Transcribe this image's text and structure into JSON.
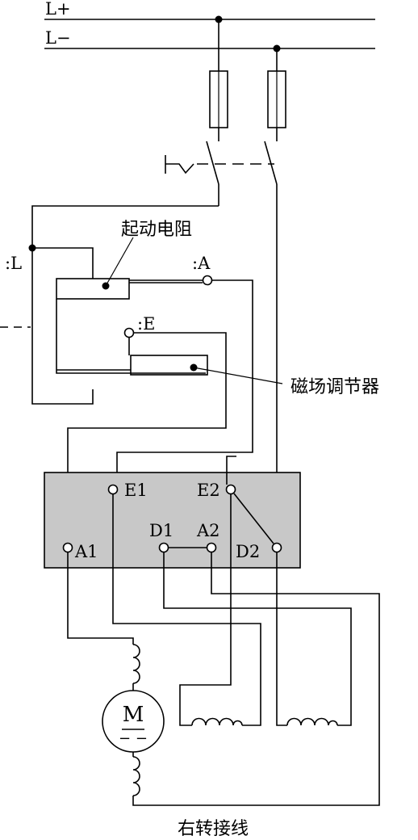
{
  "supply": {
    "positive": "L+",
    "negative": "L−"
  },
  "rheostat": {
    "start_resistor_label": "起动电阻",
    "field_regulator_label": "磁场调节器",
    "terminal_l": ":L",
    "terminal_a": ":A",
    "terminal_e": ":E"
  },
  "terminal_box": {
    "e1": "E1",
    "e2": "E2",
    "d1": "D1",
    "a2": "A2",
    "a1": "A1",
    "d2": "D2",
    "fill": "#c8c8c8"
  },
  "motor": {
    "symbol": "M",
    "dc_mark": "− −"
  },
  "caption": "右转接线"
}
